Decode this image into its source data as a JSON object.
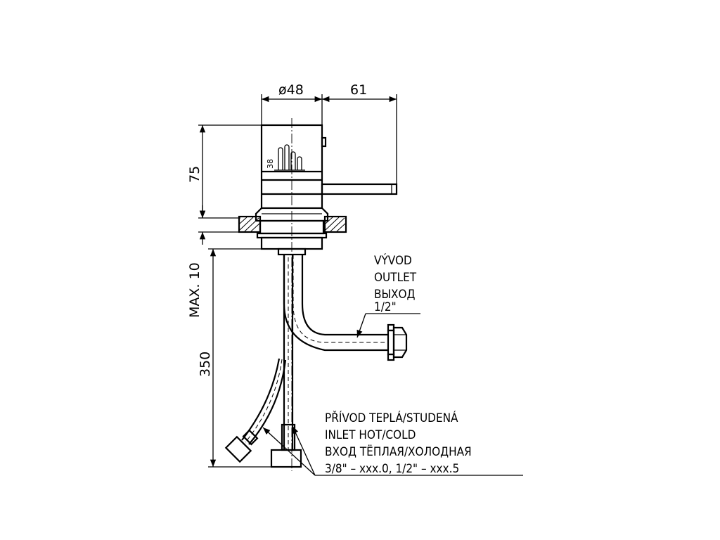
{
  "dimensions": {
    "diameter": "ø48",
    "lever_reach": "61",
    "height": "75",
    "max_thickness": "MAX. 10",
    "hose_length": "350",
    "small_mark": "38"
  },
  "outlet_label": {
    "line1": "VÝVOD",
    "line2": "OUTLET",
    "line3": "ВЫХОД",
    "size": "1/2\""
  },
  "inlet_label": {
    "line1": "PŘÍVOD TEPLÁ/STUDENÁ",
    "line2": "INLET HOT/COLD",
    "line3": "ВХОД ТЁПЛАЯ/ХОЛОДНАЯ",
    "line4": "3/8\" – xxx.0, 1/2\" – xxx.5"
  }
}
